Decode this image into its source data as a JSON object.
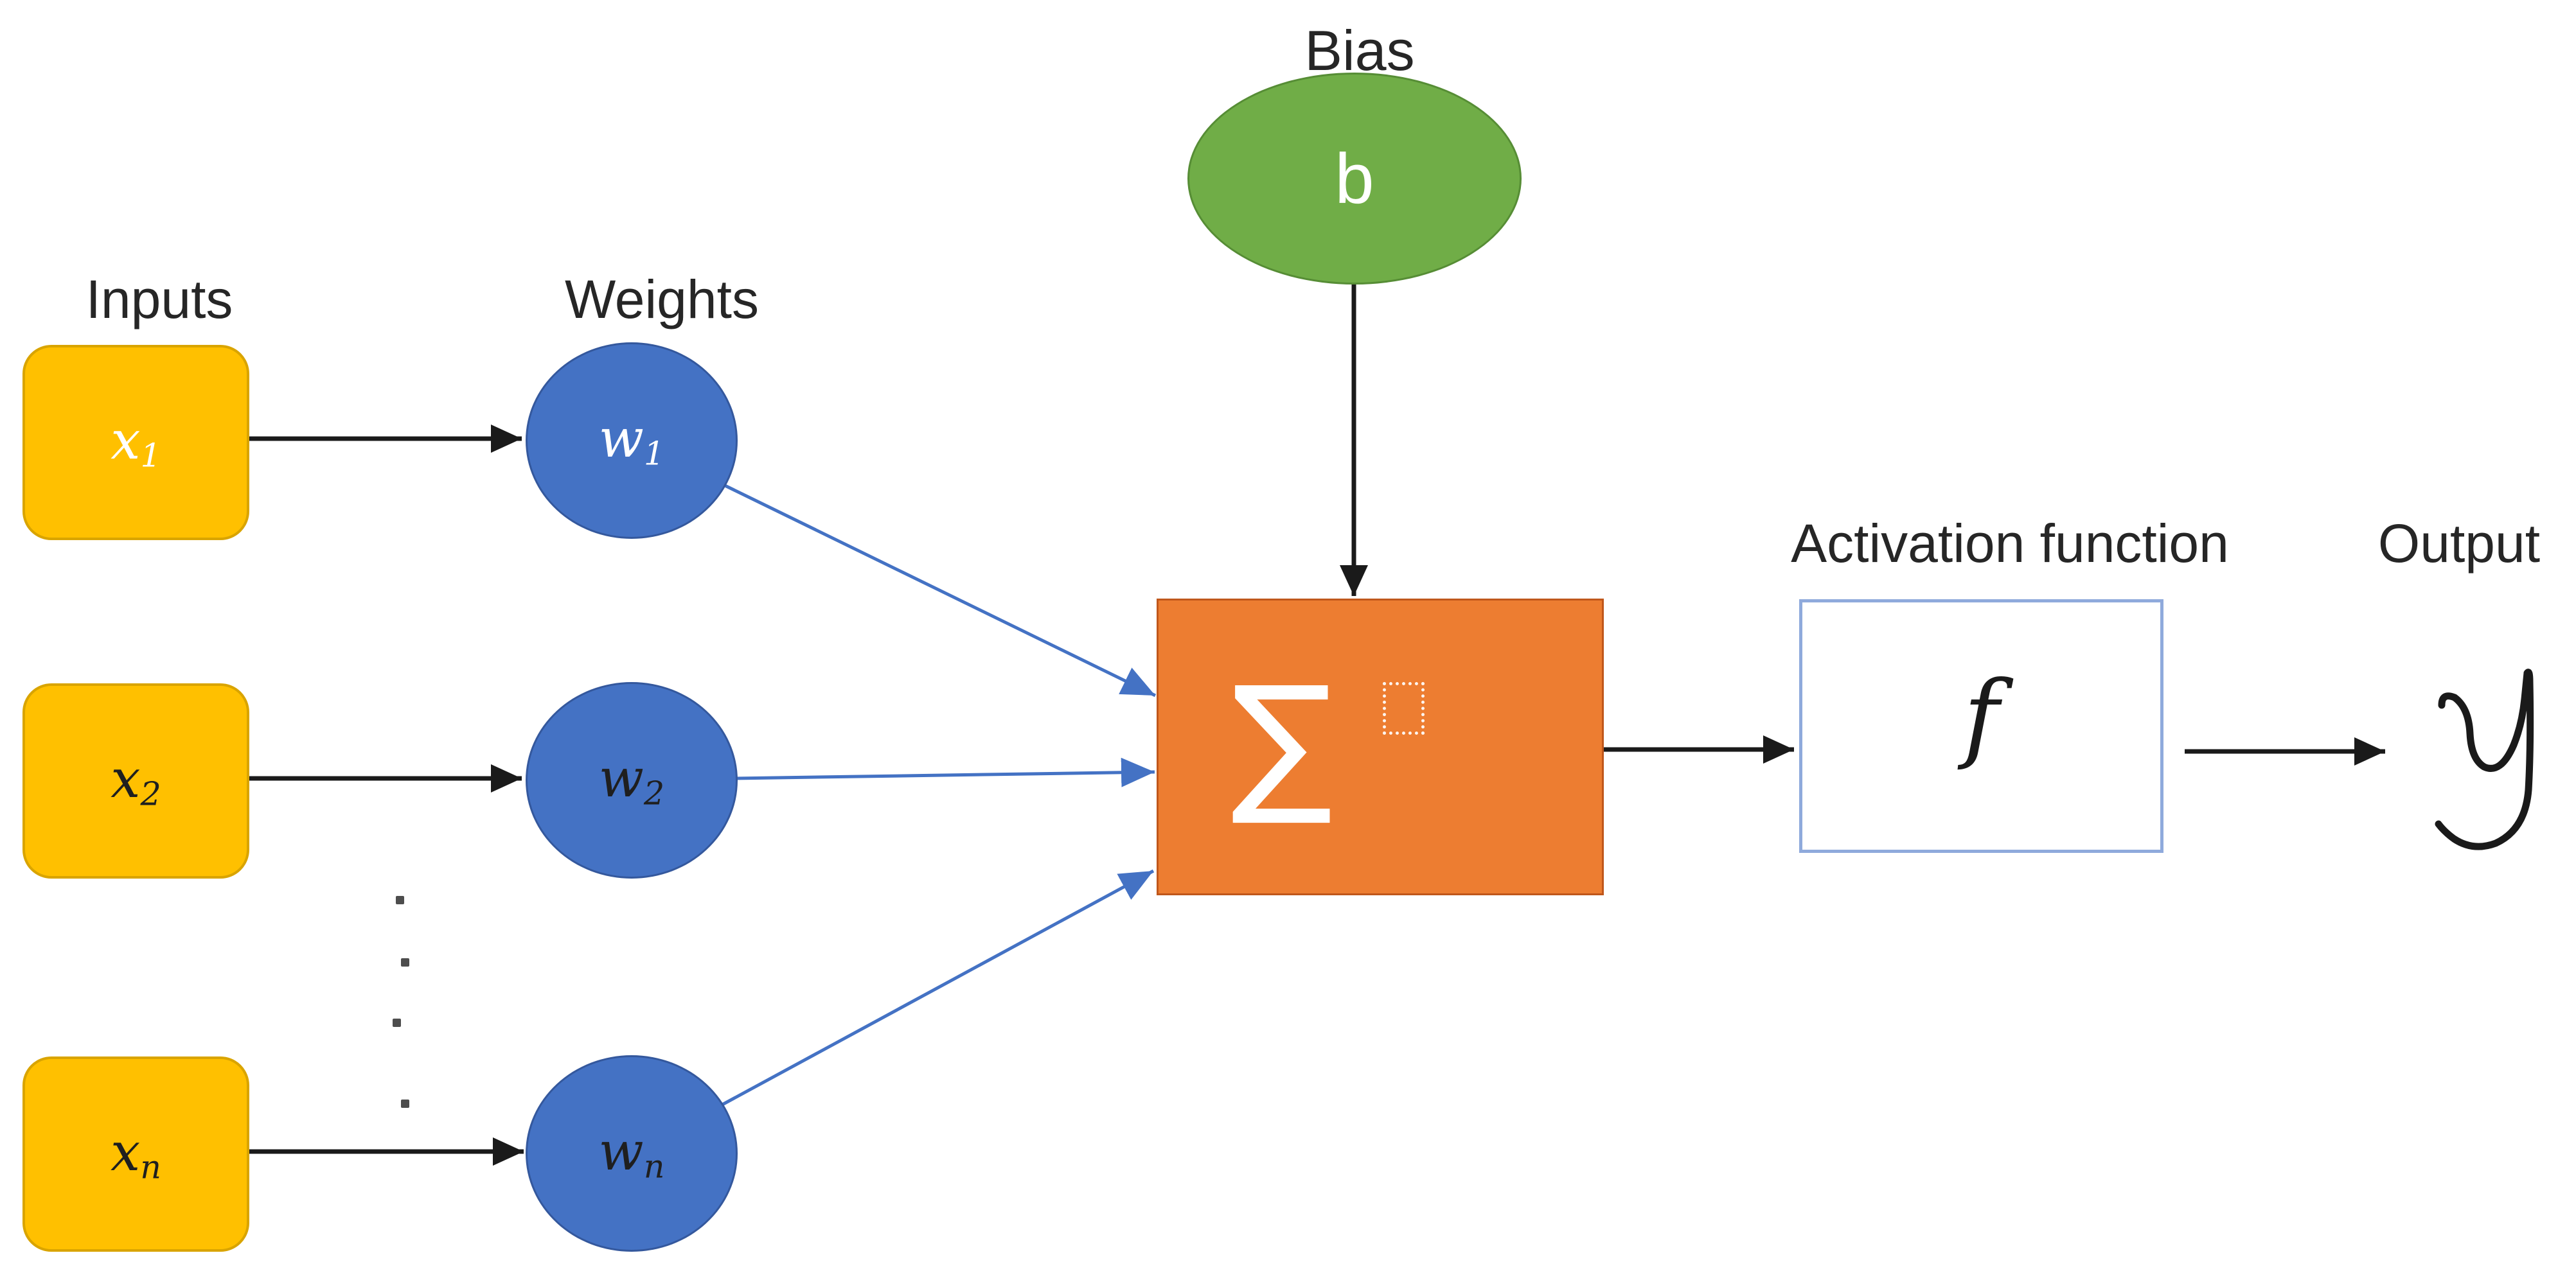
{
  "diagram": {
    "section_labels": {
      "inputs": "Inputs",
      "weights": "Weights",
      "bias": "Bias",
      "activation": "Activation function",
      "output": "Output"
    },
    "input_nodes": [
      {
        "base": "x",
        "sub": "1"
      },
      {
        "base": "x",
        "sub": "2"
      },
      {
        "base": "x",
        "sub": "n"
      }
    ],
    "weight_nodes": [
      {
        "base": "w",
        "sub": "1"
      },
      {
        "base": "w",
        "sub": "2"
      },
      {
        "base": "w",
        "sub": "n"
      }
    ],
    "bias_symbol": "b",
    "sum_symbol": "∑",
    "activation_symbol": "f",
    "output_symbol": "y",
    "ellipsis_dot_count": 4,
    "colors": {
      "input_fill": "#FFC000",
      "weight_fill": "#4472C4",
      "bias_fill": "#70AD47",
      "sum_fill": "#ED7D31",
      "activation_border": "#8FAADC",
      "black_arrow": "#1a1a1a",
      "blue_arrow": "#4472C4"
    }
  }
}
